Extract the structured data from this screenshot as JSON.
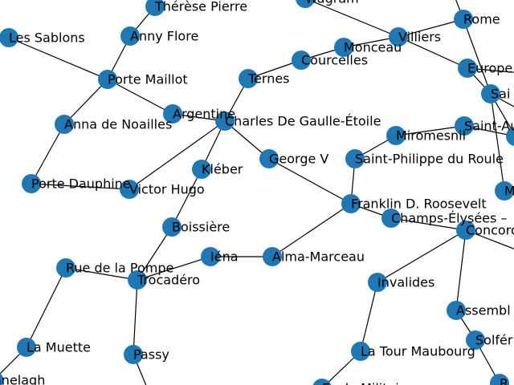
{
  "style": {
    "node_color": "#1f77b4",
    "edge_color": "#000000",
    "label_color": "#000000",
    "background": "#ffffff"
  },
  "graph": {
    "nodes": [
      {
        "id": "therese_pierre",
        "label": "Thérèse Pierre"
      },
      {
        "id": "wagram",
        "label": "Wagram"
      },
      {
        "id": "rome",
        "label": "Rome"
      },
      {
        "id": "les_sablons",
        "label": "Les Sablons"
      },
      {
        "id": "anny_flore",
        "label": "Anny Flore"
      },
      {
        "id": "villiers",
        "label": "Villiers"
      },
      {
        "id": "monceau",
        "label": "Monceau"
      },
      {
        "id": "courcelles",
        "label": "Courcelles"
      },
      {
        "id": "europe",
        "label": "Europe"
      },
      {
        "id": "porte_maillot",
        "label": "Porte Maillot"
      },
      {
        "id": "ternes",
        "label": "Ternes"
      },
      {
        "id": "saint_lazare",
        "label": "Sai"
      },
      {
        "id": "argentine",
        "label": "Argentine"
      },
      {
        "id": "cdg_etoile",
        "label": "Charles De Gaulle-Étoile"
      },
      {
        "id": "anna_de_noailles",
        "label": "Anna de Noailles"
      },
      {
        "id": "miromesnil",
        "label": "Miromesnil"
      },
      {
        "id": "saint_augustin",
        "label": "Saint-Au"
      },
      {
        "id": "right_edge_node",
        "label": ""
      },
      {
        "id": "george_v",
        "label": "George V"
      },
      {
        "id": "saint_philippe",
        "label": "Saint-Philippe du Roule"
      },
      {
        "id": "kleber",
        "label": "Kléber"
      },
      {
        "id": "porte_dauphine",
        "label": "Porte Dauphine"
      },
      {
        "id": "victor_hugo",
        "label": "Victor Hugo"
      },
      {
        "id": "madeleine",
        "label": "M"
      },
      {
        "id": "franklin_roosevelt",
        "label": "Franklin D. Roosevelt"
      },
      {
        "id": "champs_elysees",
        "label": "Champs-Élysées –"
      },
      {
        "id": "concorde",
        "label": "Concord"
      },
      {
        "id": "boissiere",
        "label": "Boissière"
      },
      {
        "id": "iena",
        "label": "Iéna"
      },
      {
        "id": "alma_marceau",
        "label": "Alma-Marceau"
      },
      {
        "id": "rue_de_la_pompe",
        "label": "Rue de la Pompe"
      },
      {
        "id": "trocadero",
        "label": "Trocadéro"
      },
      {
        "id": "invalides",
        "label": "Invalides"
      },
      {
        "id": "assemblee",
        "label": "Assembl"
      },
      {
        "id": "solferino",
        "label": "Solfér"
      },
      {
        "id": "la_muette",
        "label": "La Muette"
      },
      {
        "id": "la_tour_maubourg",
        "label": "La Tour Maubourg"
      },
      {
        "id": "passy",
        "label": "Passy"
      },
      {
        "id": "ranelagh",
        "label": "anelagh"
      },
      {
        "id": "ecole_militaire",
        "label": "Ecole Militaire"
      },
      {
        "id": "rue_du_bac",
        "label": "R"
      }
    ],
    "edges": [
      [
        "therese_pierre",
        "anny_flore"
      ],
      [
        "anny_flore",
        "porte_maillot"
      ],
      [
        "les_sablons",
        "porte_maillot"
      ],
      [
        "porte_maillot",
        "argentine"
      ],
      [
        "porte_maillot",
        "anna_de_noailles"
      ],
      [
        "argentine",
        "cdg_etoile"
      ],
      [
        "anna_de_noailles",
        "porte_dauphine"
      ],
      [
        "porte_dauphine",
        "victor_hugo"
      ],
      [
        "victor_hugo",
        "cdg_etoile"
      ],
      [
        "cdg_etoile",
        "ternes"
      ],
      [
        "ternes",
        "courcelles"
      ],
      [
        "courcelles",
        "monceau"
      ],
      [
        "monceau",
        "villiers"
      ],
      [
        "wagram",
        "villiers"
      ],
      [
        "villiers",
        "rome"
      ],
      [
        "villiers",
        "europe"
      ],
      [
        "rome",
        "saint_lazare"
      ],
      [
        "europe",
        "saint_lazare"
      ],
      [
        "saint_lazare",
        "right_edge_node"
      ],
      [
        "saint_lazare",
        "madeleine"
      ],
      [
        "saint_augustin",
        "right_edge_node"
      ],
      [
        "miromesnil",
        "saint_augustin"
      ],
      [
        "miromesnil",
        "saint_philippe"
      ],
      [
        "saint_philippe",
        "franklin_roosevelt"
      ],
      [
        "cdg_etoile",
        "george_v"
      ],
      [
        "george_v",
        "franklin_roosevelt"
      ],
      [
        "cdg_etoile",
        "kleber"
      ],
      [
        "kleber",
        "boissiere"
      ],
      [
        "boissiere",
        "trocadero"
      ],
      [
        "franklin_roosevelt",
        "alma_marceau"
      ],
      [
        "alma_marceau",
        "iena"
      ],
      [
        "iena",
        "trocadero"
      ],
      [
        "rue_de_la_pompe",
        "trocadero"
      ],
      [
        "rue_de_la_pompe",
        "la_muette"
      ],
      [
        "la_muette",
        "ranelagh"
      ],
      [
        "trocadero",
        "passy"
      ],
      [
        "franklin_roosevelt",
        "champs_elysees"
      ],
      [
        "champs_elysees",
        "concorde"
      ],
      [
        "concorde",
        "invalides"
      ],
      [
        "concorde",
        "assemblee"
      ],
      [
        "assemblee",
        "solferino"
      ],
      [
        "solferino",
        "rue_du_bac"
      ],
      [
        "invalides",
        "la_tour_maubourg"
      ],
      [
        "la_tour_maubourg",
        "ecole_militaire"
      ],
      [
        "wagram",
        "cut_top_1"
      ],
      [
        "rome",
        "cut_top_2"
      ],
      [
        "europe",
        "cut_right_1"
      ],
      [
        "saint_lazare",
        "cut_right_2"
      ],
      [
        "concorde",
        "cut_right_3"
      ],
      [
        "passy",
        "cut_bottom_1"
      ],
      [
        "ranelagh",
        "cut_left_1"
      ]
    ]
  }
}
